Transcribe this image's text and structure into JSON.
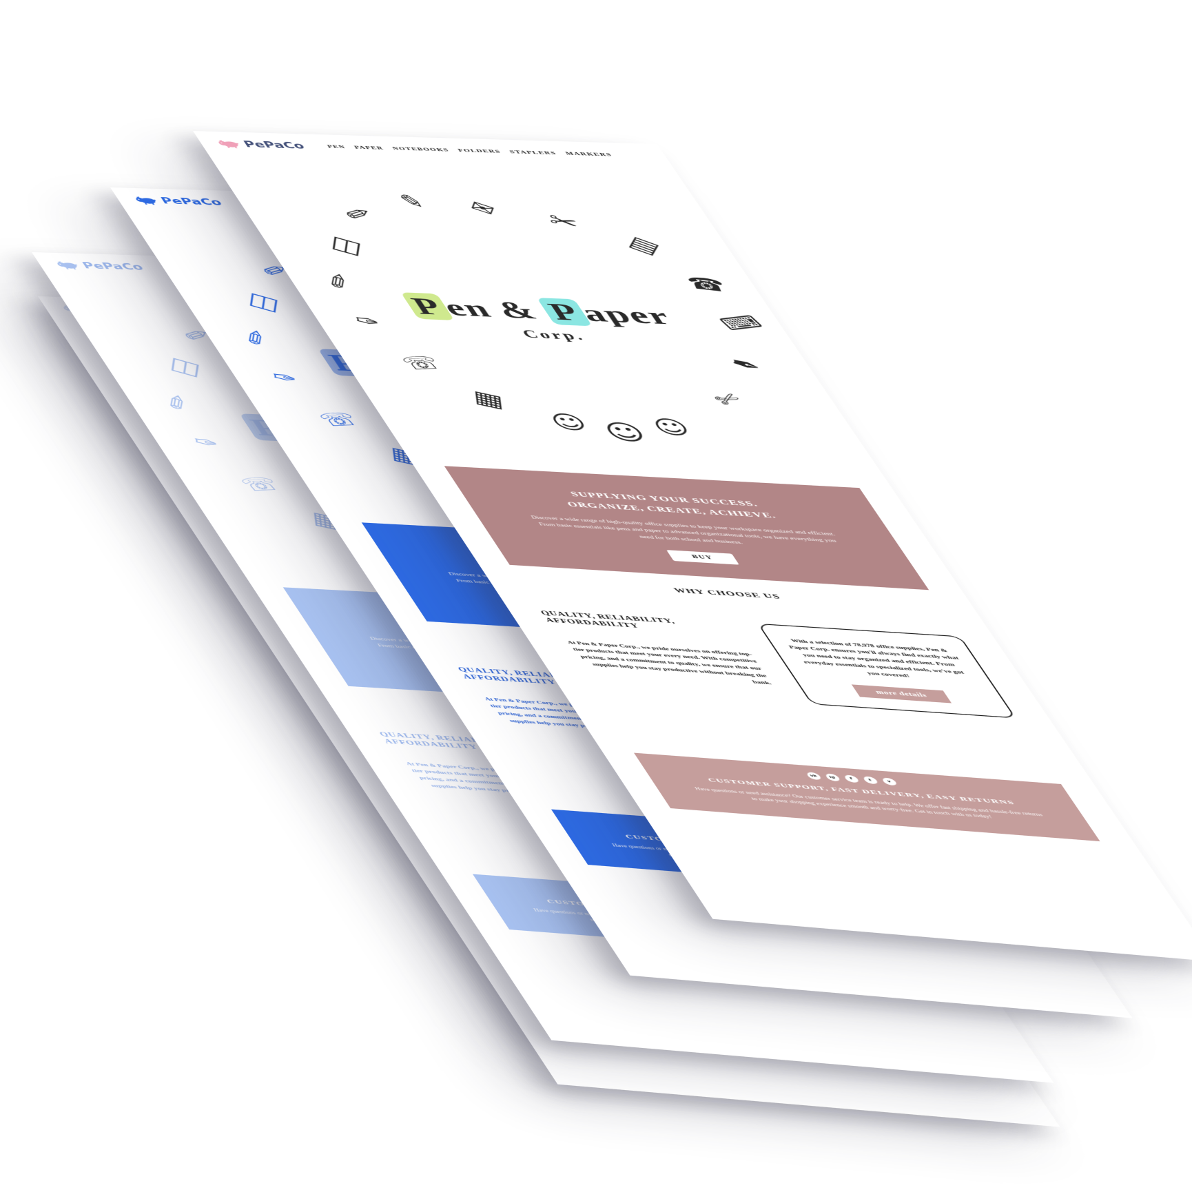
{
  "brand": {
    "name": "PePaCo"
  },
  "nav": {
    "items": [
      "PEN",
      "PAPER",
      "NOTEBOOKS",
      "FOLDERS",
      "STAPLERS",
      "MARKERS"
    ]
  },
  "hero": {
    "title": {
      "p1": "P",
      "r1": "en",
      "amp": " & ",
      "p2": "P",
      "r2": "aper",
      "subtitle": "Corp."
    },
    "doodles": [
      {
        "glyph": "✏",
        "name": "pencil-icon"
      },
      {
        "glyph": "✎",
        "name": "pencil-right-icon"
      },
      {
        "glyph": "✉",
        "name": "envelope-icon"
      },
      {
        "glyph": "✂",
        "name": "scissors-icon"
      },
      {
        "glyph": "▤",
        "name": "notebook-icon"
      },
      {
        "glyph": "☎",
        "name": "phone-icon"
      },
      {
        "glyph": "⌨",
        "name": "calculator-icon"
      },
      {
        "glyph": "✒",
        "name": "fountain-pen-icon"
      },
      {
        "glyph": "✄",
        "name": "scissors-open-icon"
      },
      {
        "glyph": "◫",
        "name": "folder-icon"
      },
      {
        "glyph": "✐",
        "name": "pencil-lower-icon"
      },
      {
        "glyph": "✑",
        "name": "nib-icon"
      },
      {
        "glyph": "☏",
        "name": "phone-outline-icon"
      },
      {
        "glyph": "▦",
        "name": "grid-notebook-icon"
      },
      {
        "glyph": "☺",
        "name": "kid-face-icon"
      },
      {
        "glyph": "☺",
        "name": "kid-face-icon"
      },
      {
        "glyph": "☺",
        "name": "kid-face-icon"
      }
    ]
  },
  "banner": {
    "title_line1": "SUPPLYING YOUR SUCCESS.",
    "title_line2": "ORGANIZE, CREATE, ACHIEVE.",
    "body": "Discover a wide range of high-quality office supplies to keep your workspace organized and efficient. From basic essentials like pens and paper to advanced organizational tools, we have everything you need for both school and business.",
    "button_label": "BUY"
  },
  "why": {
    "title": "WHY CHOOSE US"
  },
  "quality": {
    "title": "QUALITY, RELIABILITY, AFFORDABILITY",
    "body": "At Pen & Paper Corp., we pride ourselves on offering top-tier products that meet your every need. With competitive pricing, and a commitment to quality, we ensure that our supplies help you stay productive without breaking the bank.",
    "card_body": "With a selection of 78,978 office supplies, Pen & Paper Corp. ensures you'll always find exactly what you need to stay organized and efficient. From everyday essentials to specialized tools, we've got you covered!",
    "card_button_label": "more details"
  },
  "footer": {
    "title": "CUSTOMER SUPPORT, FAST DELIVERY, EASY RETURNS",
    "body": "Have questions or need assistance? Our customer service team is ready to help. We offer fast shipping and hassle-free returns to make your shopping experience smooth and worry-free. Get in touch with us today!",
    "socials": [
      {
        "glyph": "vk",
        "name": "vk-icon"
      },
      {
        "glyph": "ig",
        "name": "instagram-icon"
      },
      {
        "glyph": "f",
        "name": "facebook-icon"
      },
      {
        "glyph": "t",
        "name": "twitter-icon"
      },
      {
        "glyph": "v",
        "name": "vimeo-icon"
      }
    ]
  },
  "layers": [
    {
      "name": "pale-blue",
      "accent": "#dbe5f8",
      "ink": "#ccd8f3",
      "brand": "#c9d6f2",
      "doodle": "#d6e1f8",
      "pig": "#d6e1f8",
      "hl_pen": "#e3ecfa",
      "hl_paper": "#e3ecfa"
    },
    {
      "name": "light-blue",
      "accent": "#a9c3f2",
      "ink": "#9cb8ee",
      "brand": "#9cb8ee",
      "doodle": "#a9c2f1",
      "pig": "#a9c2f1",
      "hl_pen": "#c3d6f6",
      "hl_paper": "#c3d6f6"
    },
    {
      "name": "vivid-blue",
      "accent": "#2d6ae3",
      "ink": "#2d63d6",
      "brand": "#2d6ae3",
      "doodle": "#2d6ae3",
      "pig": "#2d6ae3",
      "hl_pen": "#9db9f0",
      "hl_paper": "#9db9f0"
    },
    {
      "name": "rose-front",
      "accent": "#b28687",
      "accent2": "#c59e9c",
      "ink": "#222222",
      "brand": "#44517a",
      "doodle": "#2a2a2a",
      "pig": "#f0a0b8",
      "hl_pen": "#cfe98e",
      "hl_paper": "#8be6e2"
    }
  ]
}
